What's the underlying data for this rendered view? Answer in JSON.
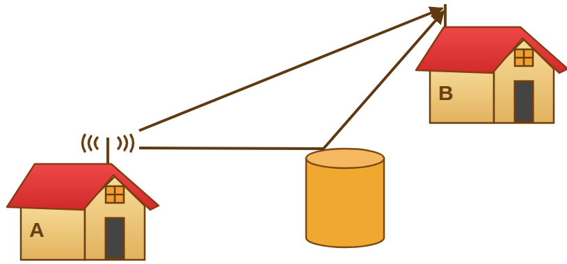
{
  "diagram": {
    "nodes": [
      {
        "text": [
          "A"
        ]
      },
      {
        "text": [
          "B"
        ]
      }
    ],
    "edges": [
      {
        "from": 0,
        "to": 1,
        "arrow": "to"
      },
      {
        "from": 0,
        "to": 1,
        "arrow": "to"
      }
    ]
  }
}
